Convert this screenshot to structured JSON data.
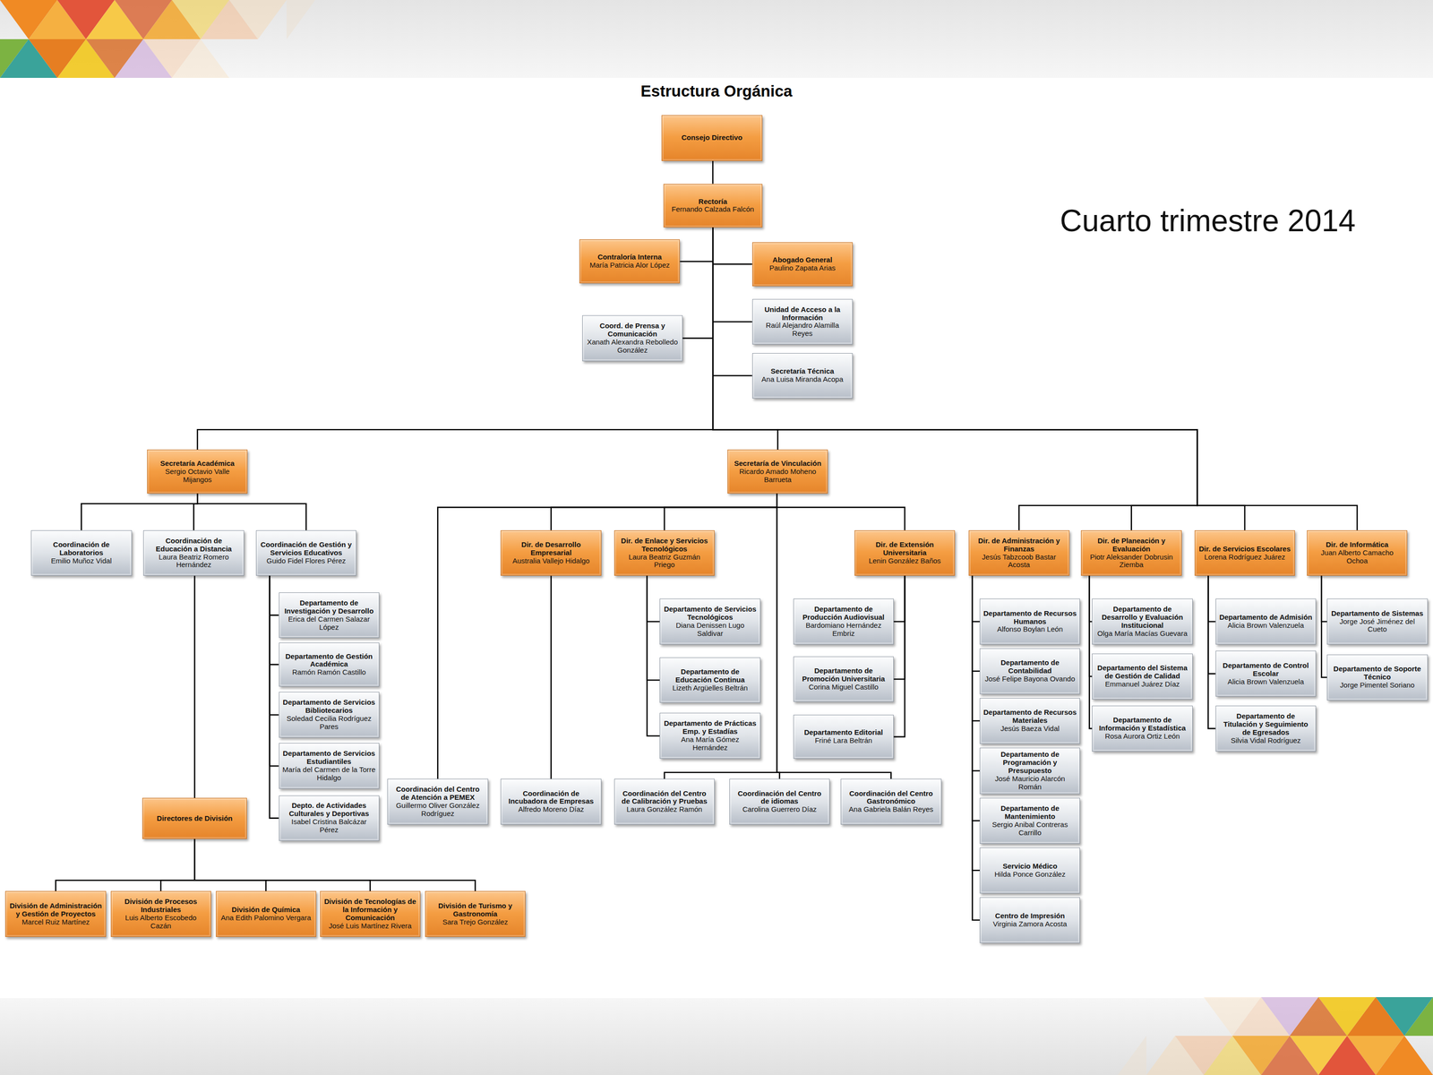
{
  "diagram": {
    "title": "Estructura Orgánica",
    "nodes": [
      {
        "text": [
          "Consejo Directivo"
        ]
      },
      {
        "text": [
          "Rectoría",
          "Fernando Calzada Falcón"
        ]
      },
      {
        "text": [
          "Contraloría Interna",
          "María Patricia Alor López"
        ]
      },
      {
        "text": [
          "Abogado General",
          "Paulino Zapata Arias"
        ]
      },
      {
        "text": [
          "Coord. de Prensa y Comunicación",
          "Xanath Alexandra Rebolledo González"
        ]
      },
      {
        "text": [
          "Unidad de Acceso a la Información",
          "Raúl Alejandro Alamilla Reyes"
        ]
      },
      {
        "text": [
          "Secretaría Técnica",
          "Ana Luisa Miranda Acopa"
        ]
      },
      {
        "text": [
          "Secretaría Académica",
          "Sergio Octavio Valle Mijangos"
        ]
      },
      {
        "text": [
          "Secretaría de Vinculación",
          "Ricardo Amado Moheno Barrueta"
        ]
      },
      {
        "text": [
          "Coordinación de Laboratorios",
          "Emilio Muñoz Vidal"
        ]
      },
      {
        "text": [
          "Coordinación de Educación a Distancia",
          "Laura Beatriz Romero Hernández"
        ]
      },
      {
        "text": [
          "Coordinación de Gestión y Servicios Educativos",
          "Guido Fidel Flores Pérez"
        ]
      },
      {
        "text": [
          "Departamento de Investigación y Desarrollo",
          "Erica del Carmen Salazar López"
        ]
      },
      {
        "text": [
          "Departamento de Gestión Académica",
          "Ramón Ramón Castillo"
        ]
      },
      {
        "text": [
          "Departamento de Servicios Bibliotecarios",
          "Soledad Cecilia Rodríguez Pares"
        ]
      },
      {
        "text": [
          "Departamento de Servicios Estudiantiles",
          "María del Carmen de la Torre Hidalgo"
        ]
      },
      {
        "text": [
          "Depto. de Actividades Culturales y Deportivas",
          "Isabel Cristina Balcázar Pérez"
        ]
      },
      {
        "text": [
          "Directores de División"
        ]
      },
      {
        "text": [
          "División de Administración y Gestión de Proyectos",
          "Marcel Ruiz Martínez"
        ]
      },
      {
        "text": [
          "División de Procesos Industriales",
          "Luis Alberto Escobedo Cazán"
        ]
      },
      {
        "text": [
          "División de Química",
          "Ana Edith Palomino Vergara"
        ]
      },
      {
        "text": [
          "División de Tecnologías de la Información y Comunicación",
          "José Luis Martínez Rivera"
        ]
      },
      {
        "text": [
          "División de Turismo y Gastronomía",
          "Sara Trejo González"
        ]
      },
      {
        "text": [
          "Coordinación del Centro de Atención a PEMEX",
          "Guillermo Oliver González Rodríguez"
        ]
      },
      {
        "text": [
          "Dir. de Desarrollo Empresarial",
          "Australia Vallejo Hidalgo"
        ]
      },
      {
        "text": [
          "Coordinación de Incubadora de Empresas",
          "Alfredo Moreno Díaz"
        ]
      },
      {
        "text": [
          "Dir. de Enlace y Servicios Tecnológicos",
          "Laura Beatriz Guzmán Priego"
        ]
      },
      {
        "text": [
          "Departamento de Servicios Tecnológicos",
          "Diana Denissen Lugo Saldivar"
        ]
      },
      {
        "text": [
          "Departamento de Educación Continua",
          "Lizeth Argüelles Beltrán"
        ]
      },
      {
        "text": [
          "Departamento de Prácticas Emp. y Estadías",
          "Ana María Gómez Hernández"
        ]
      },
      {
        "text": [
          "Coordinación del Centro de Calibración y Pruebas",
          "Laura González Ramón"
        ]
      },
      {
        "text": [
          "Coordinación del Centro de idiomas",
          "Carolina Guerrero Díaz"
        ]
      },
      {
        "text": [
          "Coordinación del Centro Gastronómico",
          "Ana Gabriela Balán Reyes"
        ]
      },
      {
        "text": [
          "Dir. de Extensión Universitaria",
          "Lenin González Baños"
        ]
      },
      {
        "text": [
          "Departamento de Producción Audiovisual",
          "Bardomiano Hernández Embriz"
        ]
      },
      {
        "text": [
          "Departamento de Promoción Universitaria",
          "Corina Miguel Castillo"
        ]
      },
      {
        "text": [
          "Departamento Editorial",
          "Friné Lara Beltrán"
        ]
      },
      {
        "text": [
          "Dir. de Administración y Finanzas",
          "Jesús Tabzcoob Bastar Acosta"
        ]
      },
      {
        "text": [
          "Departamento de Recursos Humanos",
          "Alfonso Boylan León"
        ]
      },
      {
        "text": [
          "Departamento de Contabilidad",
          "José Felipe Bayona Ovando"
        ]
      },
      {
        "text": [
          "Departamento de Recursos Materiales",
          "Jesús Baeza Vidal"
        ]
      },
      {
        "text": [
          "Departamento de Programación y Presupuesto",
          "José Mauricio Alarcón Román"
        ]
      },
      {
        "text": [
          "Departamento de Mantenimiento",
          "Sergio Anibal Contreras Carrillo"
        ]
      },
      {
        "text": [
          "Servicio Médico",
          "Hilda Ponce González"
        ]
      },
      {
        "text": [
          "Centro de Impresión",
          "Virginia Zamora Acosta"
        ]
      },
      {
        "text": [
          "Dir. de Planeación y Evaluación",
          "Piotr Aleksander Dobrusin Ziemba"
        ]
      },
      {
        "text": [
          "Departamento de Desarrollo y Evaluación Institucional",
          "Olga María Macías Guevara"
        ]
      },
      {
        "text": [
          "Departamento del Sistema de Gestión de Calidad",
          "Emmanuel Juárez Díaz"
        ]
      },
      {
        "text": [
          "Departamento de Información y Estadística",
          "Rosa Aurora Ortiz León"
        ]
      },
      {
        "text": [
          "Dir. de Servicios Escolares",
          "Lorena Rodríguez Juárez"
        ]
      },
      {
        "text": [
          "Departamento de Admisión",
          "Alicia Brown Valenzuela"
        ]
      },
      {
        "text": [
          "Departamento de Control Escolar",
          "Alicia Brown Valenzuela"
        ]
      },
      {
        "text": [
          "Departamento de Titulación y Seguimiento de Egresados",
          "Silvia Vidal Rodríguez"
        ]
      },
      {
        "text": [
          "Dir. de Informática",
          "Juan Alberto Camacho Ochoa"
        ]
      },
      {
        "text": [
          "Departamento de Sistemas",
          "Jorge José Jiménez del Cueto"
        ]
      },
      {
        "text": [
          "Departamento de Soporte Técnico",
          "Jorge Pimentel Soriano"
        ]
      }
    ],
    "edges": [
      {
        "from": 0,
        "to": 1,
        "arrow": "none"
      },
      {
        "from": 1,
        "to": 2,
        "arrow": "none"
      },
      {
        "from": 1,
        "to": 3,
        "arrow": "none"
      },
      {
        "from": 1,
        "to": 4,
        "arrow": "none"
      },
      {
        "from": 1,
        "to": 5,
        "arrow": "none"
      },
      {
        "from": 1,
        "to": 6,
        "arrow": "none"
      },
      {
        "from": 1,
        "to": 7,
        "arrow": "none"
      },
      {
        "from": 1,
        "to": 8,
        "arrow": "none"
      },
      {
        "from": 1,
        "to": 37,
        "arrow": "none"
      },
      {
        "from": 1,
        "to": 45,
        "arrow": "none"
      },
      {
        "from": 1,
        "to": 49,
        "arrow": "none"
      },
      {
        "from": 1,
        "to": 53,
        "arrow": "none"
      },
      {
        "from": 7,
        "to": 9,
        "arrow": "none"
      },
      {
        "from": 7,
        "to": 10,
        "arrow": "none"
      },
      {
        "from": 7,
        "to": 11,
        "arrow": "none"
      },
      {
        "from": 10,
        "to": 17,
        "arrow": "none"
      },
      {
        "from": 11,
        "to": 12,
        "arrow": "none"
      },
      {
        "from": 11,
        "to": 13,
        "arrow": "none"
      },
      {
        "from": 11,
        "to": 14,
        "arrow": "none"
      },
      {
        "from": 11,
        "to": 15,
        "arrow": "none"
      },
      {
        "from": 11,
        "to": 16,
        "arrow": "none"
      },
      {
        "from": 17,
        "to": 18,
        "arrow": "none"
      },
      {
        "from": 17,
        "to": 19,
        "arrow": "none"
      },
      {
        "from": 17,
        "to": 20,
        "arrow": "none"
      },
      {
        "from": 17,
        "to": 21,
        "arrow": "none"
      },
      {
        "from": 17,
        "to": 22,
        "arrow": "none"
      },
      {
        "from": 8,
        "to": 23,
        "arrow": "none"
      },
      {
        "from": 8,
        "to": 24,
        "arrow": "none"
      },
      {
        "from": 8,
        "to": 26,
        "arrow": "none"
      },
      {
        "from": 8,
        "to": 33,
        "arrow": "none"
      },
      {
        "from": 8,
        "to": 30,
        "arrow": "none"
      },
      {
        "from": 8,
        "to": 31,
        "arrow": "none"
      },
      {
        "from": 8,
        "to": 32,
        "arrow": "none"
      },
      {
        "from": 24,
        "to": 25,
        "arrow": "none"
      },
      {
        "from": 26,
        "to": 27,
        "arrow": "none"
      },
      {
        "from": 26,
        "to": 28,
        "arrow": "none"
      },
      {
        "from": 26,
        "to": 29,
        "arrow": "none"
      },
      {
        "from": 33,
        "to": 34,
        "arrow": "none"
      },
      {
        "from": 33,
        "to": 35,
        "arrow": "none"
      },
      {
        "from": 33,
        "to": 36,
        "arrow": "none"
      },
      {
        "from": 37,
        "to": 38,
        "arrow": "none"
      },
      {
        "from": 37,
        "to": 39,
        "arrow": "none"
      },
      {
        "from": 37,
        "to": 40,
        "arrow": "none"
      },
      {
        "from": 37,
        "to": 41,
        "arrow": "none"
      },
      {
        "from": 37,
        "to": 42,
        "arrow": "none"
      },
      {
        "from": 37,
        "to": 43,
        "arrow": "none"
      },
      {
        "from": 37,
        "to": 44,
        "arrow": "none"
      },
      {
        "from": 45,
        "to": 46,
        "arrow": "none"
      },
      {
        "from": 45,
        "to": 47,
        "arrow": "none"
      },
      {
        "from": 45,
        "to": 48,
        "arrow": "none"
      },
      {
        "from": 49,
        "to": 50,
        "arrow": "none"
      },
      {
        "from": 49,
        "to": 51,
        "arrow": "none"
      },
      {
        "from": 49,
        "to": 52,
        "arrow": "none"
      },
      {
        "from": 53,
        "to": 54,
        "arrow": "none"
      },
      {
        "from": 53,
        "to": 55,
        "arrow": "none"
      }
    ],
    "labels": [
      "Cuarto trimestre 2014"
    ]
  }
}
